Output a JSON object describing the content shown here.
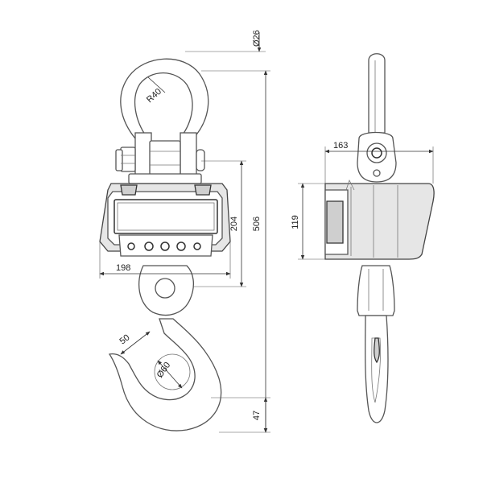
{
  "dimensions": {
    "shackle_pin_diameter": "Ø26",
    "shackle_radius": "R40",
    "body_height": "204",
    "total_height": "506",
    "body_width": "198",
    "side_depth": "163",
    "side_height": "119",
    "hook_throat": "50",
    "hook_diameter": "Ø60",
    "hook_tip": "47"
  },
  "keypad_buttons": 5
}
